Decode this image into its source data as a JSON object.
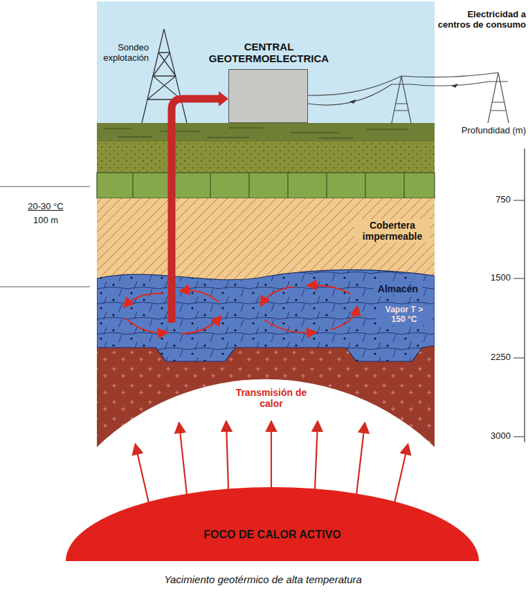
{
  "diagram": {
    "caption": "Yacimiento geotérmico de alta temperatura",
    "nodes": [
      {
        "text": [
          "CENTRAL GEOTERMOELECTRICA"
        ]
      },
      {
        "text": [
          "Cobertera impermeable"
        ]
      },
      {
        "text": [
          "Almacén",
          "Vapor T > 150 °C"
        ]
      },
      {
        "text": [
          "FOCO DE CALOR ACTIVO"
        ]
      }
    ],
    "edges": [
      {
        "from": 2,
        "to": 0,
        "arrow": "to"
      }
    ],
    "labels": [
      "Sondeo explotación",
      "Electricidad a centros de consumo",
      "Profundidad (m)",
      "750",
      "1500",
      "2250",
      "3000",
      "20-30 °C",
      "100 m",
      "Transmisión de calor"
    ]
  }
}
